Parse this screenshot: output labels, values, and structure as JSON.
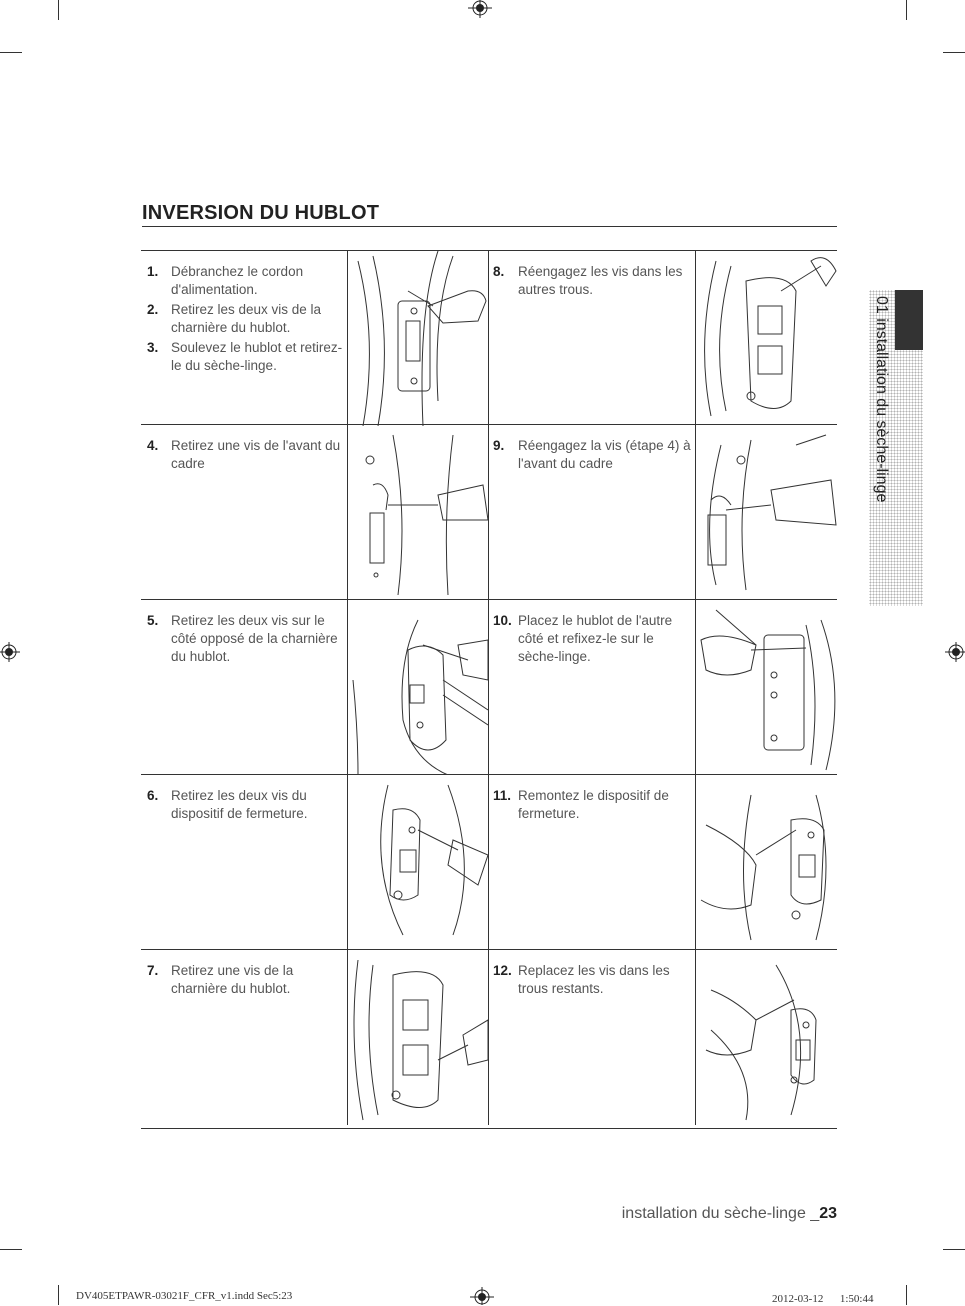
{
  "section_title": "INVERSION DU HUBLOT",
  "steps_left": [
    {
      "num": "1.",
      "text": "Débranchez le cordon d'alimentation."
    },
    {
      "num": "2.",
      "text": "Retirez les deux vis de la charnière du hublot."
    },
    {
      "num": "3.",
      "text": "Soulevez le hublot et retirez-le du sèche-linge."
    },
    {
      "num": "4.",
      "text": "Retirez une vis de l'avant du cadre"
    },
    {
      "num": "5.",
      "text": "Retirez les deux vis sur le côté opposé de la charnière du hublot."
    },
    {
      "num": "6.",
      "text": "Retirez les deux vis du dispositif de fermeture."
    },
    {
      "num": "7.",
      "text": "Retirez une vis de la charnière du hublot."
    }
  ],
  "steps_right": [
    {
      "num": "8.",
      "text": "Réengagez les vis dans les autres trous."
    },
    {
      "num": "9.",
      "text": "Réengagez la vis (étape 4) à l'avant du cadre"
    },
    {
      "num": "10.",
      "text": "Placez le hublot de l'autre côté et refixez-le sur le sèche-linge."
    },
    {
      "num": "11.",
      "text": "Remontez le dispositif de fermeture."
    },
    {
      "num": "12.",
      "text": "Replacez les vis dans les trous restants."
    }
  ],
  "side_tab_label": "01 installation du sèche-linge",
  "footer": {
    "text": "installation du sèche-linge _",
    "page": "23"
  },
  "print_line": {
    "left": "DV405ETPAWR-03021F_CFR_v1.indd   Sec5:23",
    "right": "2012-03-12   　 1:50:44"
  },
  "icons": [
    "registration-mark-icon"
  ]
}
